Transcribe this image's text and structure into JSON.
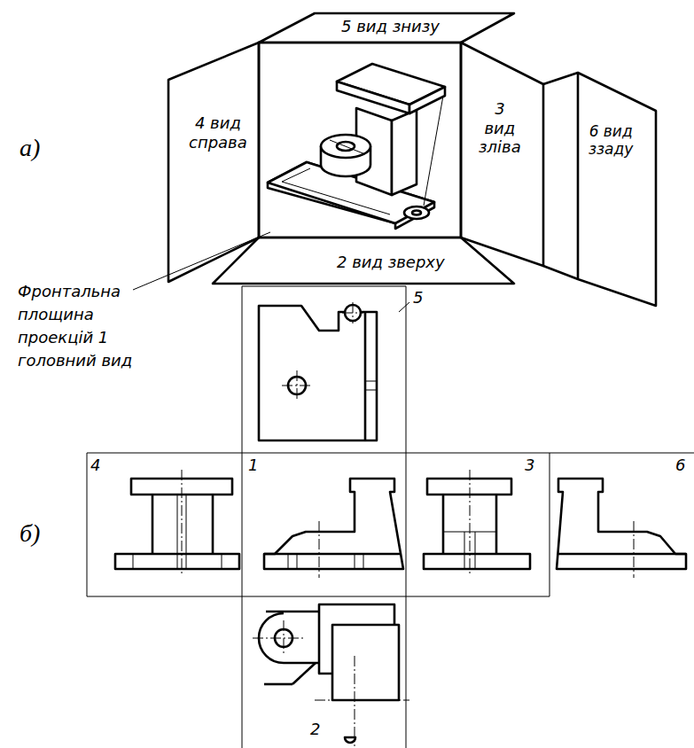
{
  "diagram": {
    "labels": [
      "5 вид знизу",
      "4 вид справа",
      "3 вид зліва",
      "6 вид ззаду",
      "2 вид зверху",
      "Фронтальна площина проекцій 1 головний вид",
      "а)",
      "б)",
      "5",
      "4",
      "1",
      "3",
      "6",
      "2"
    ]
  }
}
